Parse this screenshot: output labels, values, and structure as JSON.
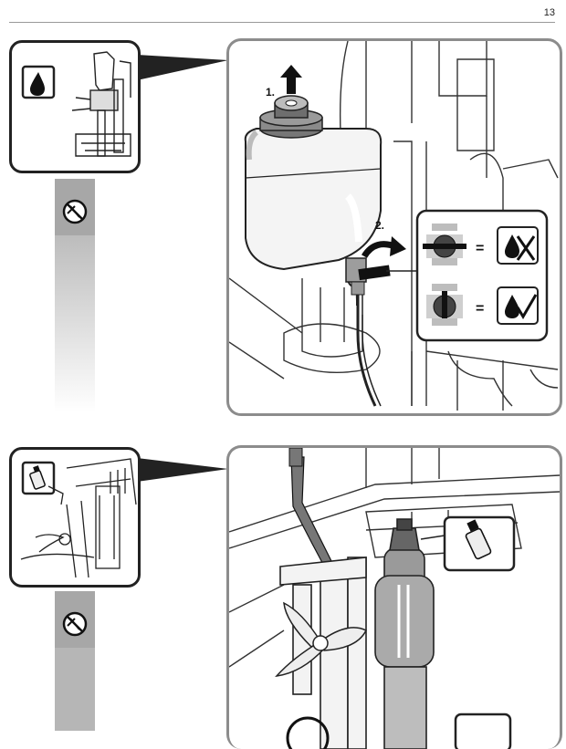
{
  "page": {
    "number": "13"
  },
  "step_labels": {
    "one": "1.",
    "two": "2."
  },
  "valve_legend": {
    "closed_equals": "=",
    "open_equals": "="
  },
  "colors": {
    "ink": "#111111",
    "panel_border": "#8c8c8c",
    "thumb_border": "#222222",
    "side_bar_gray": "#bfbfbf",
    "valve_gray": "#aaaaaa"
  },
  "icons": {
    "water_drop": "water-drop-icon",
    "no_water_drop": "no-water-drop-icon",
    "water_drop_ok": "water-drop-check-icon",
    "no_water_tool": "no-water-tool-icon",
    "lubricant_spray": "lubricant-spray-icon",
    "arrow_up": "arrow-up-icon",
    "rotate_arrow": "rotate-arrow-icon"
  }
}
